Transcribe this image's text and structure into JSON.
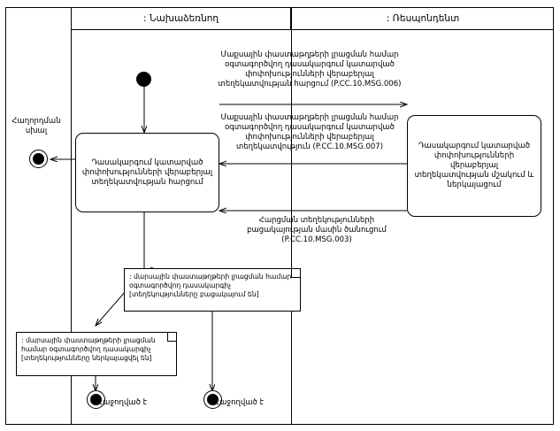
{
  "diagram": {
    "title": "activity-diagram",
    "lanes": [
      {
        "label": ": Նախաձեռնող"
      },
      {
        "label": ": Ռեսպոնդենտ"
      }
    ],
    "nodes": {
      "initial_node": "start-node",
      "activity_initiator": "Դասակարգում կատարված փոփոխությունների վերաբերյալ տեղեկատվության հարցում",
      "activity_respondent": "Դասակարգում կատարված փոփոխությունների վերաբերյալ տեղեկատվության մշակում և ներկայացում",
      "final_left_label": "Հաղորդման սխալ",
      "final_a": "Հաջողված է",
      "final_b": "Հաջողված է"
    },
    "notes": [
      {
        "id": "note-success",
        "text": ": մարսային փաստաթղթերի լրացման համար օգտագործվող դասակարգիչ [տեղեկությունները բացակայում են]"
      },
      {
        "id": "note-provided",
        "text": ": մարսային փաստաթղթերի լրացման համար օգտագործվող դասակարգիչ [տեղեկությունները ներկայացվել են]"
      }
    ],
    "messages": [
      {
        "id": "msg-006",
        "text": "Մաքսային փաստաթղթերի լրացման համար օգտագործվող դասակարգում կատարված փոփոխությունների վերաբերյալ տեղեկատվության հարցում (P.CC.10.MSG.006)"
      },
      {
        "id": "msg-007",
        "text": "Մաքսային փաստաթղթերի լրացման համար օգտագործվող դասակարգում կատարված փոփոխությունների վերաբերյալ տեղեկատվություն (P.CC.10.MSG.007)"
      },
      {
        "id": "msg-003",
        "text": "Հարցման տեղեկությունների բացակայության մասին ծանուցում (P.CC.10.MSG.003)"
      }
    ]
  }
}
